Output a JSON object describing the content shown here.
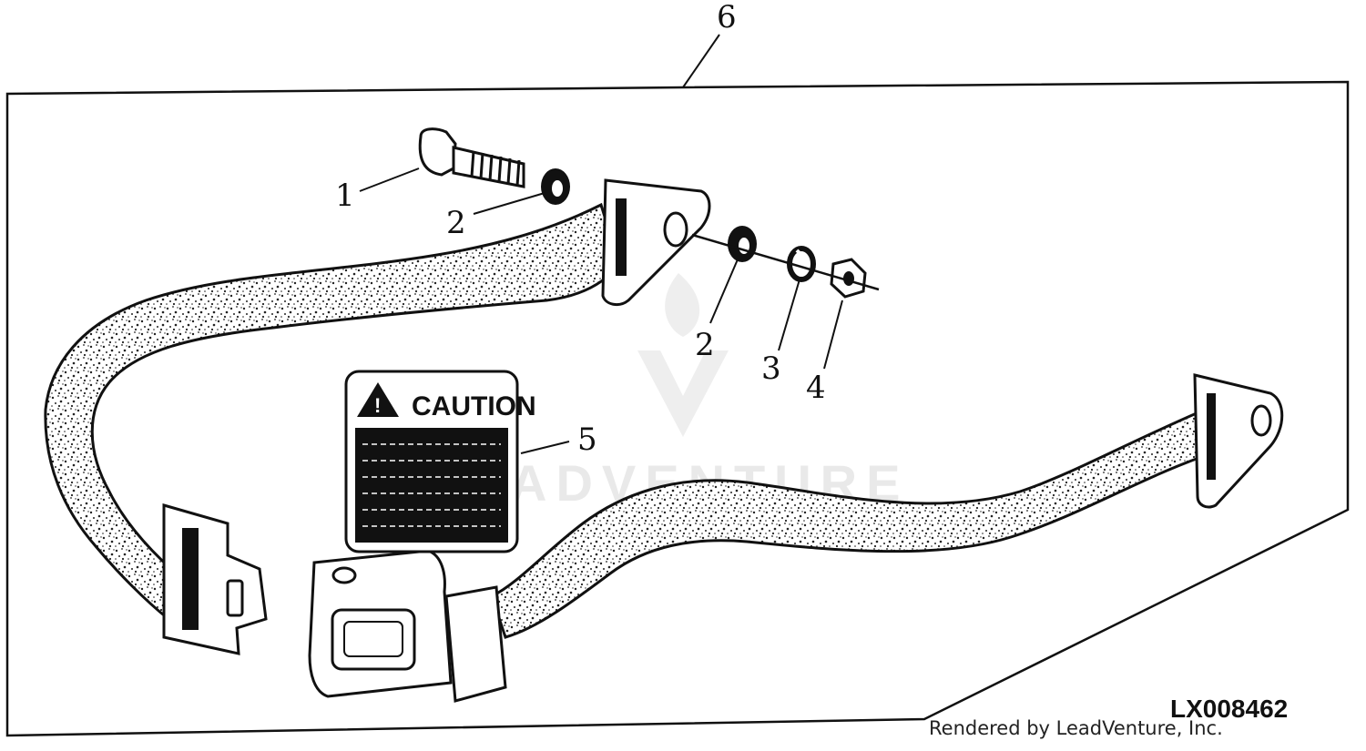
{
  "callouts": {
    "c1": "1",
    "c2a": "2",
    "c2b": "2",
    "c3": "3",
    "c4": "4",
    "c5": "5",
    "c6": "6"
  },
  "caution_label": {
    "title": "CAUTION"
  },
  "watermark": "ADVENTURE",
  "figure_code": "LX008462",
  "credit": "Rendered by LeadVenture, Inc."
}
